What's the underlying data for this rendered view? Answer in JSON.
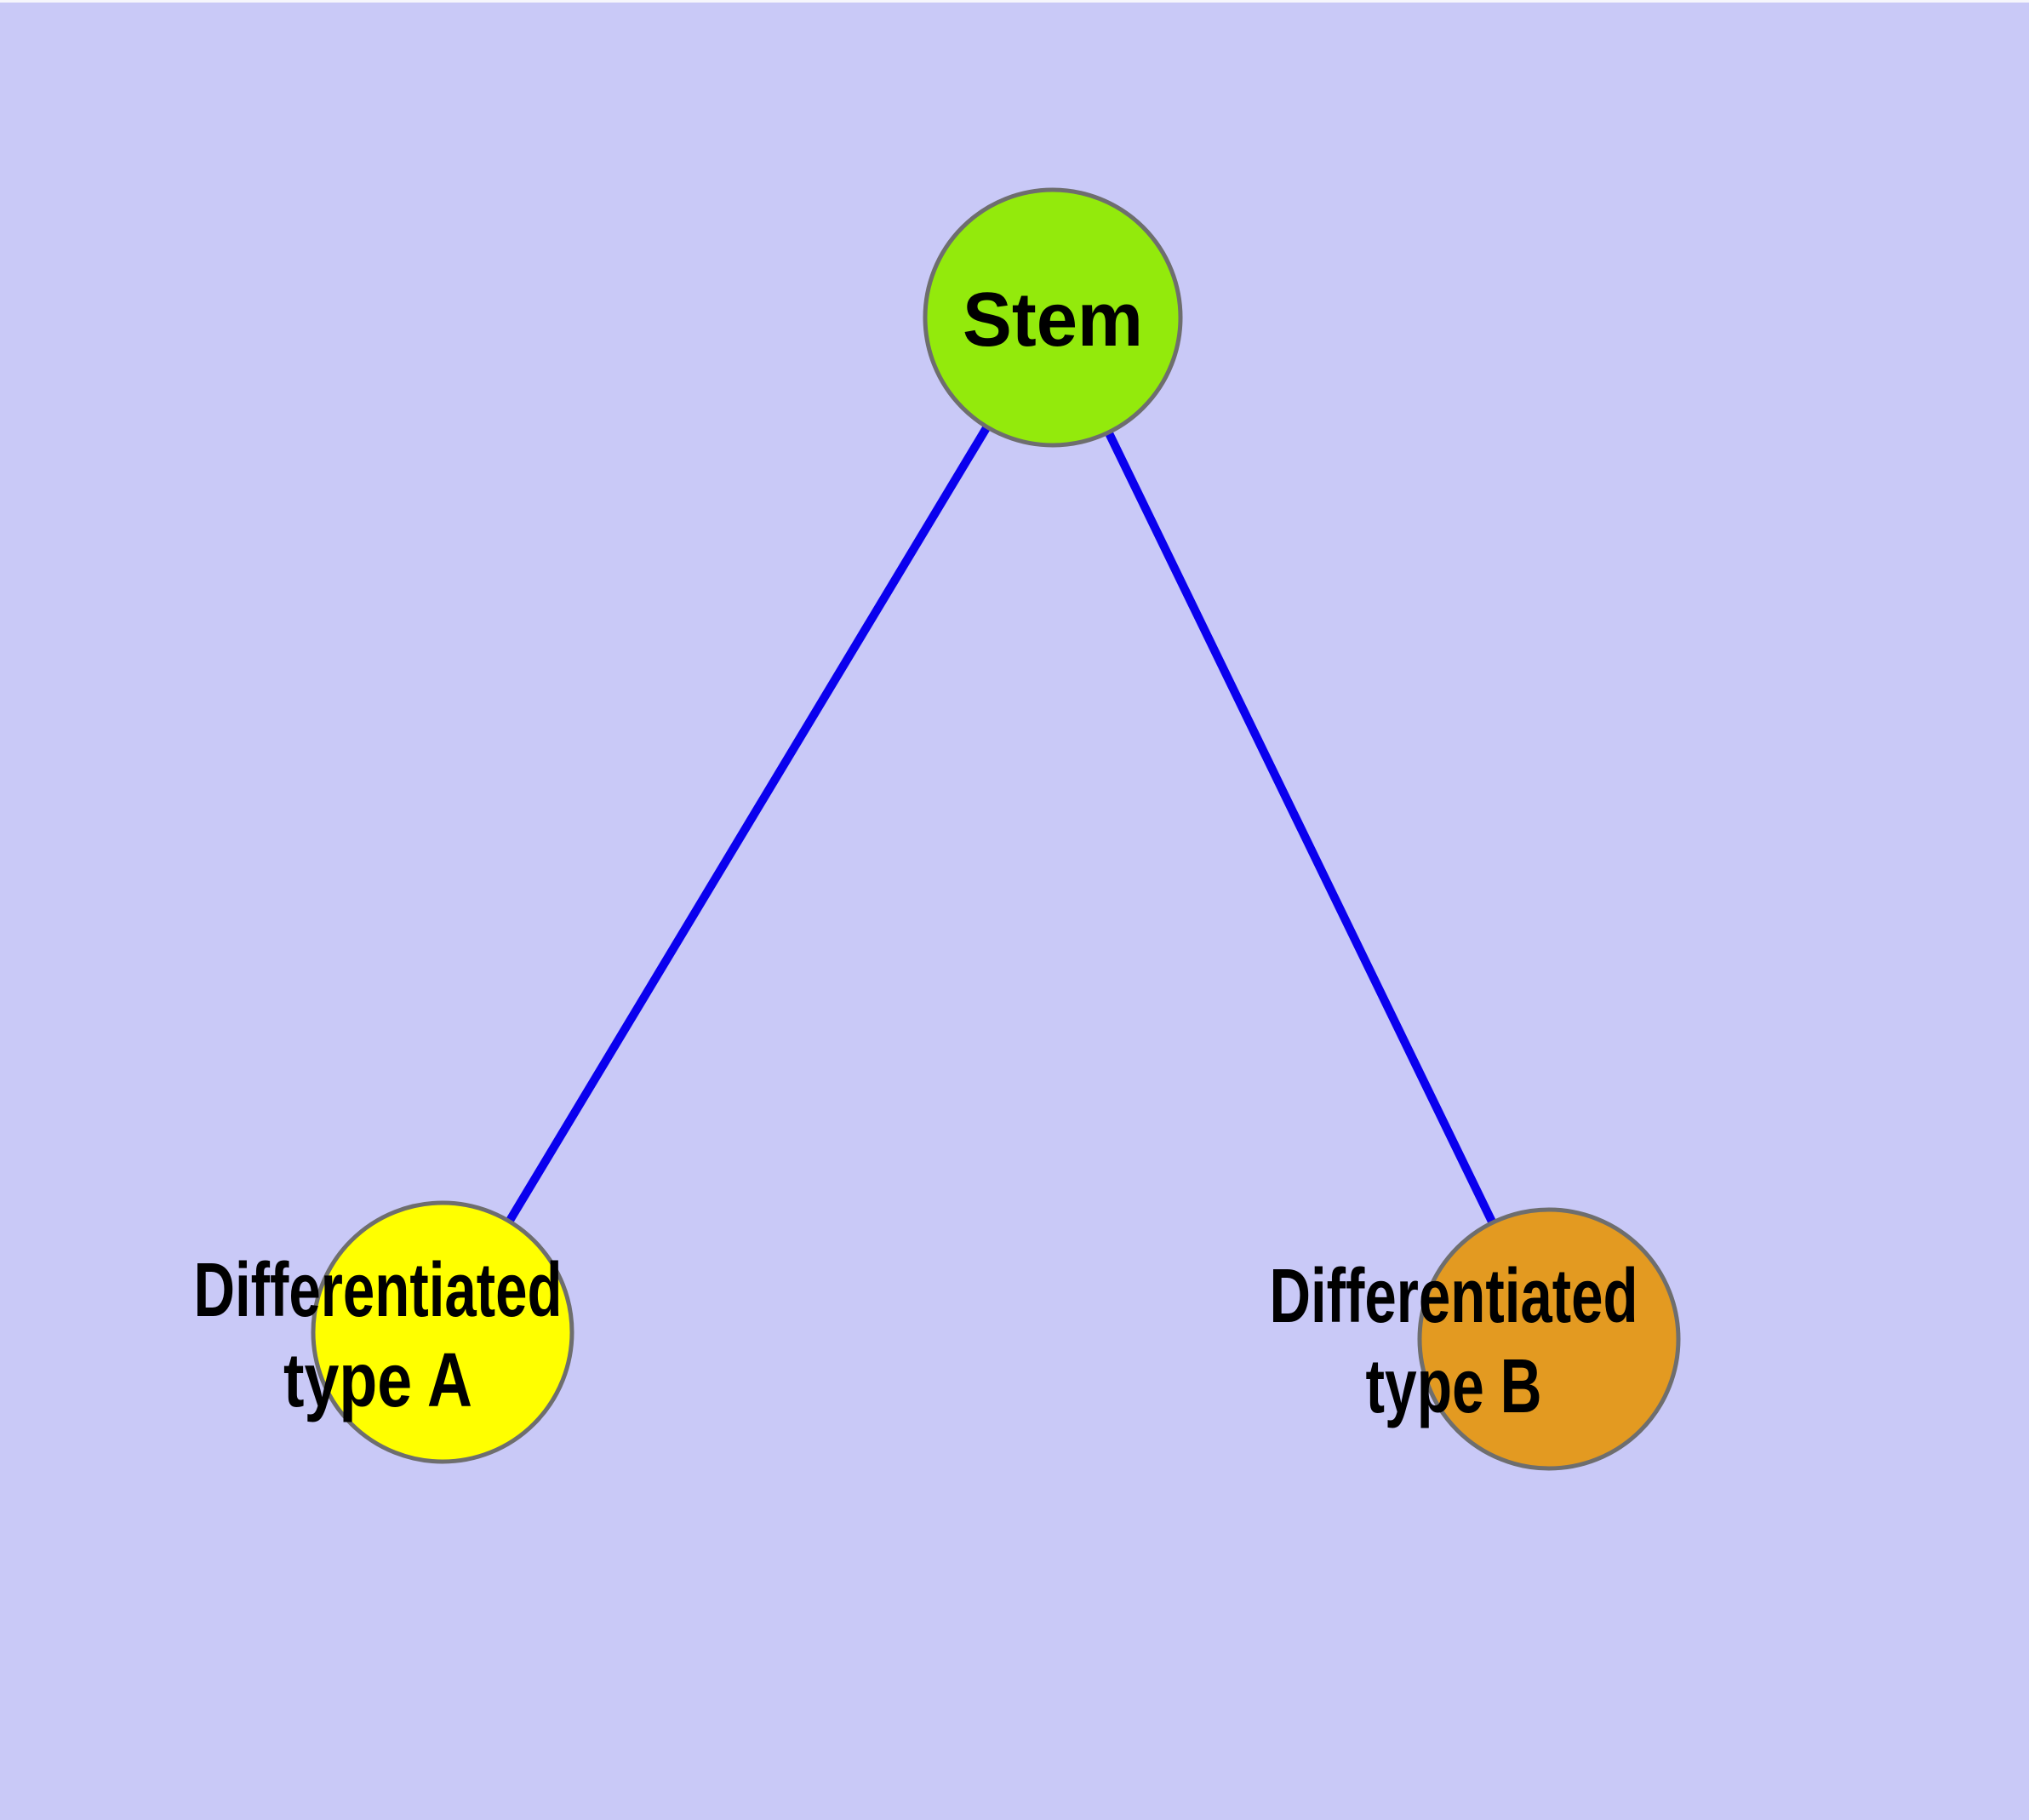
{
  "diagram": {
    "type": "node-link-graph",
    "description": "Stem cell differentiation diagram: one stem node linked to two differentiated cell type nodes",
    "colors": {
      "background": "#c9c9f7",
      "edge": "#0a00ee",
      "node_border": "#6e6e6e",
      "label_text": "#000000"
    },
    "nodes": [
      {
        "id": "stem",
        "label": "Stem",
        "fill": "#93ea0c"
      },
      {
        "id": "differentiated-type-a",
        "label": "Differentiated type A",
        "label_line1": "Differentiated",
        "label_line2": "type A",
        "fill": "#ffff00"
      },
      {
        "id": "differentiated-type-b",
        "label": "Differentiated type B",
        "label_line1": "Differentiated",
        "label_line2": "type B",
        "fill": "#e39a21"
      }
    ],
    "edges": [
      {
        "from": "stem",
        "to": "differentiated-type-a"
      },
      {
        "from": "stem",
        "to": "differentiated-type-b"
      }
    ]
  }
}
